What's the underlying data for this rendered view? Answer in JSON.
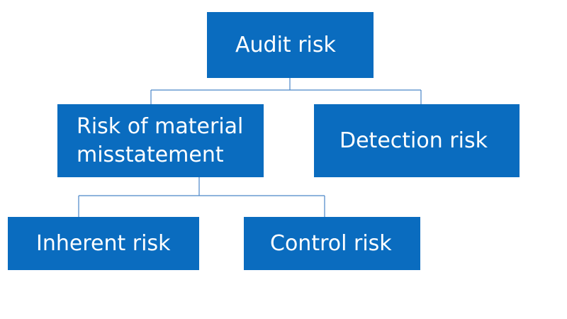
{
  "diagram": {
    "colors": {
      "box_fill": "#0a6cbf",
      "box_text": "#ffffff",
      "connector": "#4a86c8",
      "background": "#ffffff"
    },
    "nodes": {
      "audit_risk": "Audit risk",
      "risk_of_material_misstatement": "Risk of material misstatement",
      "detection_risk": "Detection risk",
      "inherent_risk": "Inherent risk",
      "control_risk": "Control risk"
    },
    "edges": [
      {
        "from": "Audit risk",
        "to": "Risk of material misstatement"
      },
      {
        "from": "Audit risk",
        "to": "Detection risk"
      },
      {
        "from": "Risk of material misstatement",
        "to": "Inherent risk"
      },
      {
        "from": "Risk of material misstatement",
        "to": "Control risk"
      }
    ]
  }
}
